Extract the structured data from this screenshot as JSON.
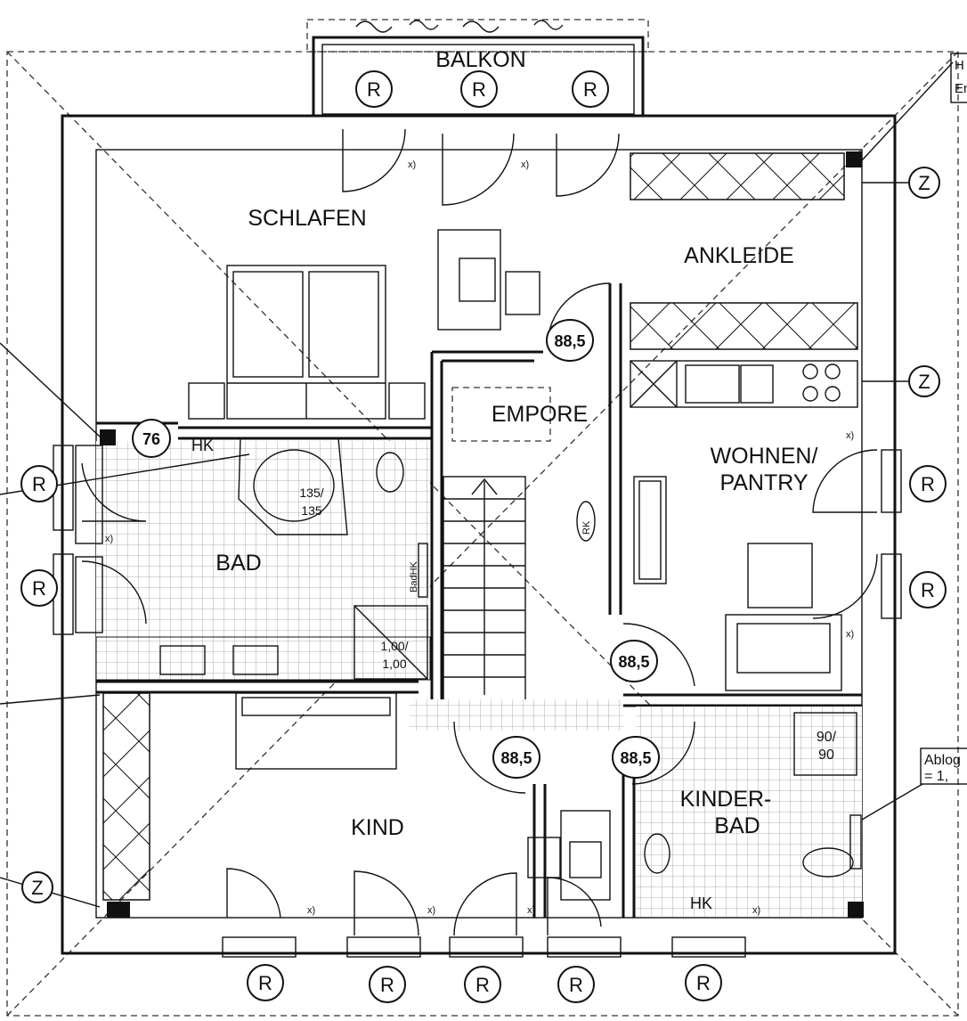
{
  "rooms": {
    "balkon": "BALKON",
    "schlafen": "SCHLAFEN",
    "ankleide": "ANKLEIDE",
    "empore": "EMPORE",
    "wohnen1": "WOHNEN/",
    "wohnen2": "PANTRY",
    "bad": "BAD",
    "kind": "KIND",
    "kinderbad1": "KINDER-",
    "kinderbad2": "BAD"
  },
  "labels": {
    "hk": "HK",
    "badhk": "BadHK",
    "tub1": "135/",
    "tub2": "135",
    "shower1": "1,00/",
    "shower2": "1,00",
    "showerkb1": "90/",
    "showerkb2": "90",
    "rk": "RK",
    "ablage1": "Ablog",
    "ablage2": "= 1,",
    "edge1": "H",
    "edge2": "En",
    "x": "x)"
  },
  "markers": {
    "r": "R",
    "z": "Z"
  },
  "dims": {
    "d76": "76",
    "d885": "88,5"
  }
}
